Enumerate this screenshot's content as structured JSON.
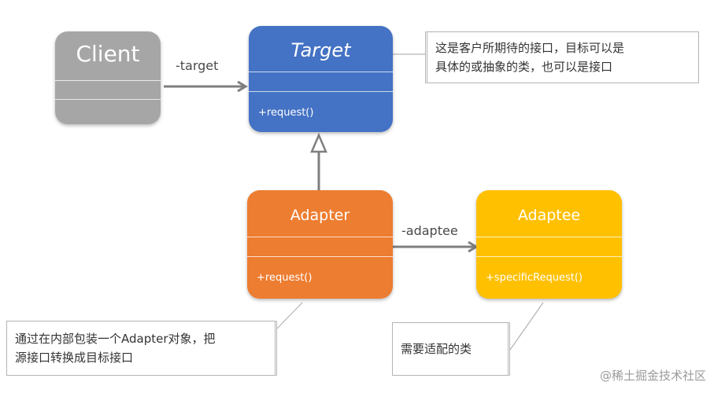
{
  "diagram": {
    "classes": [
      {
        "name": "Client",
        "methods": []
      },
      {
        "name": "Target",
        "methods": [
          "+request()"
        ]
      },
      {
        "name": "Adapter",
        "methods": [
          "+request()"
        ]
      },
      {
        "name": "Adaptee",
        "methods": [
          "+specificRequest()"
        ]
      }
    ],
    "associations": {
      "client_to_target": "-target",
      "adapter_to_adaptee": "-adaptee"
    },
    "notes": {
      "target": [
        "这是客户所期待的接口，目标可以是",
        "具体的或抽象的类，也可以是接口"
      ],
      "adapter": [
        "通过在内部包装一个Adapter对象，把",
        "源接口转换成目标接口"
      ],
      "adaptee": [
        "需要适配的类"
      ]
    },
    "watermark": "@稀土掘金技术社区",
    "colors": {
      "client": "#a6a6a6",
      "target": "#4472c4",
      "adapter": "#ed7d31",
      "adaptee": "#ffc000",
      "connector": "#7f7f7f"
    }
  }
}
